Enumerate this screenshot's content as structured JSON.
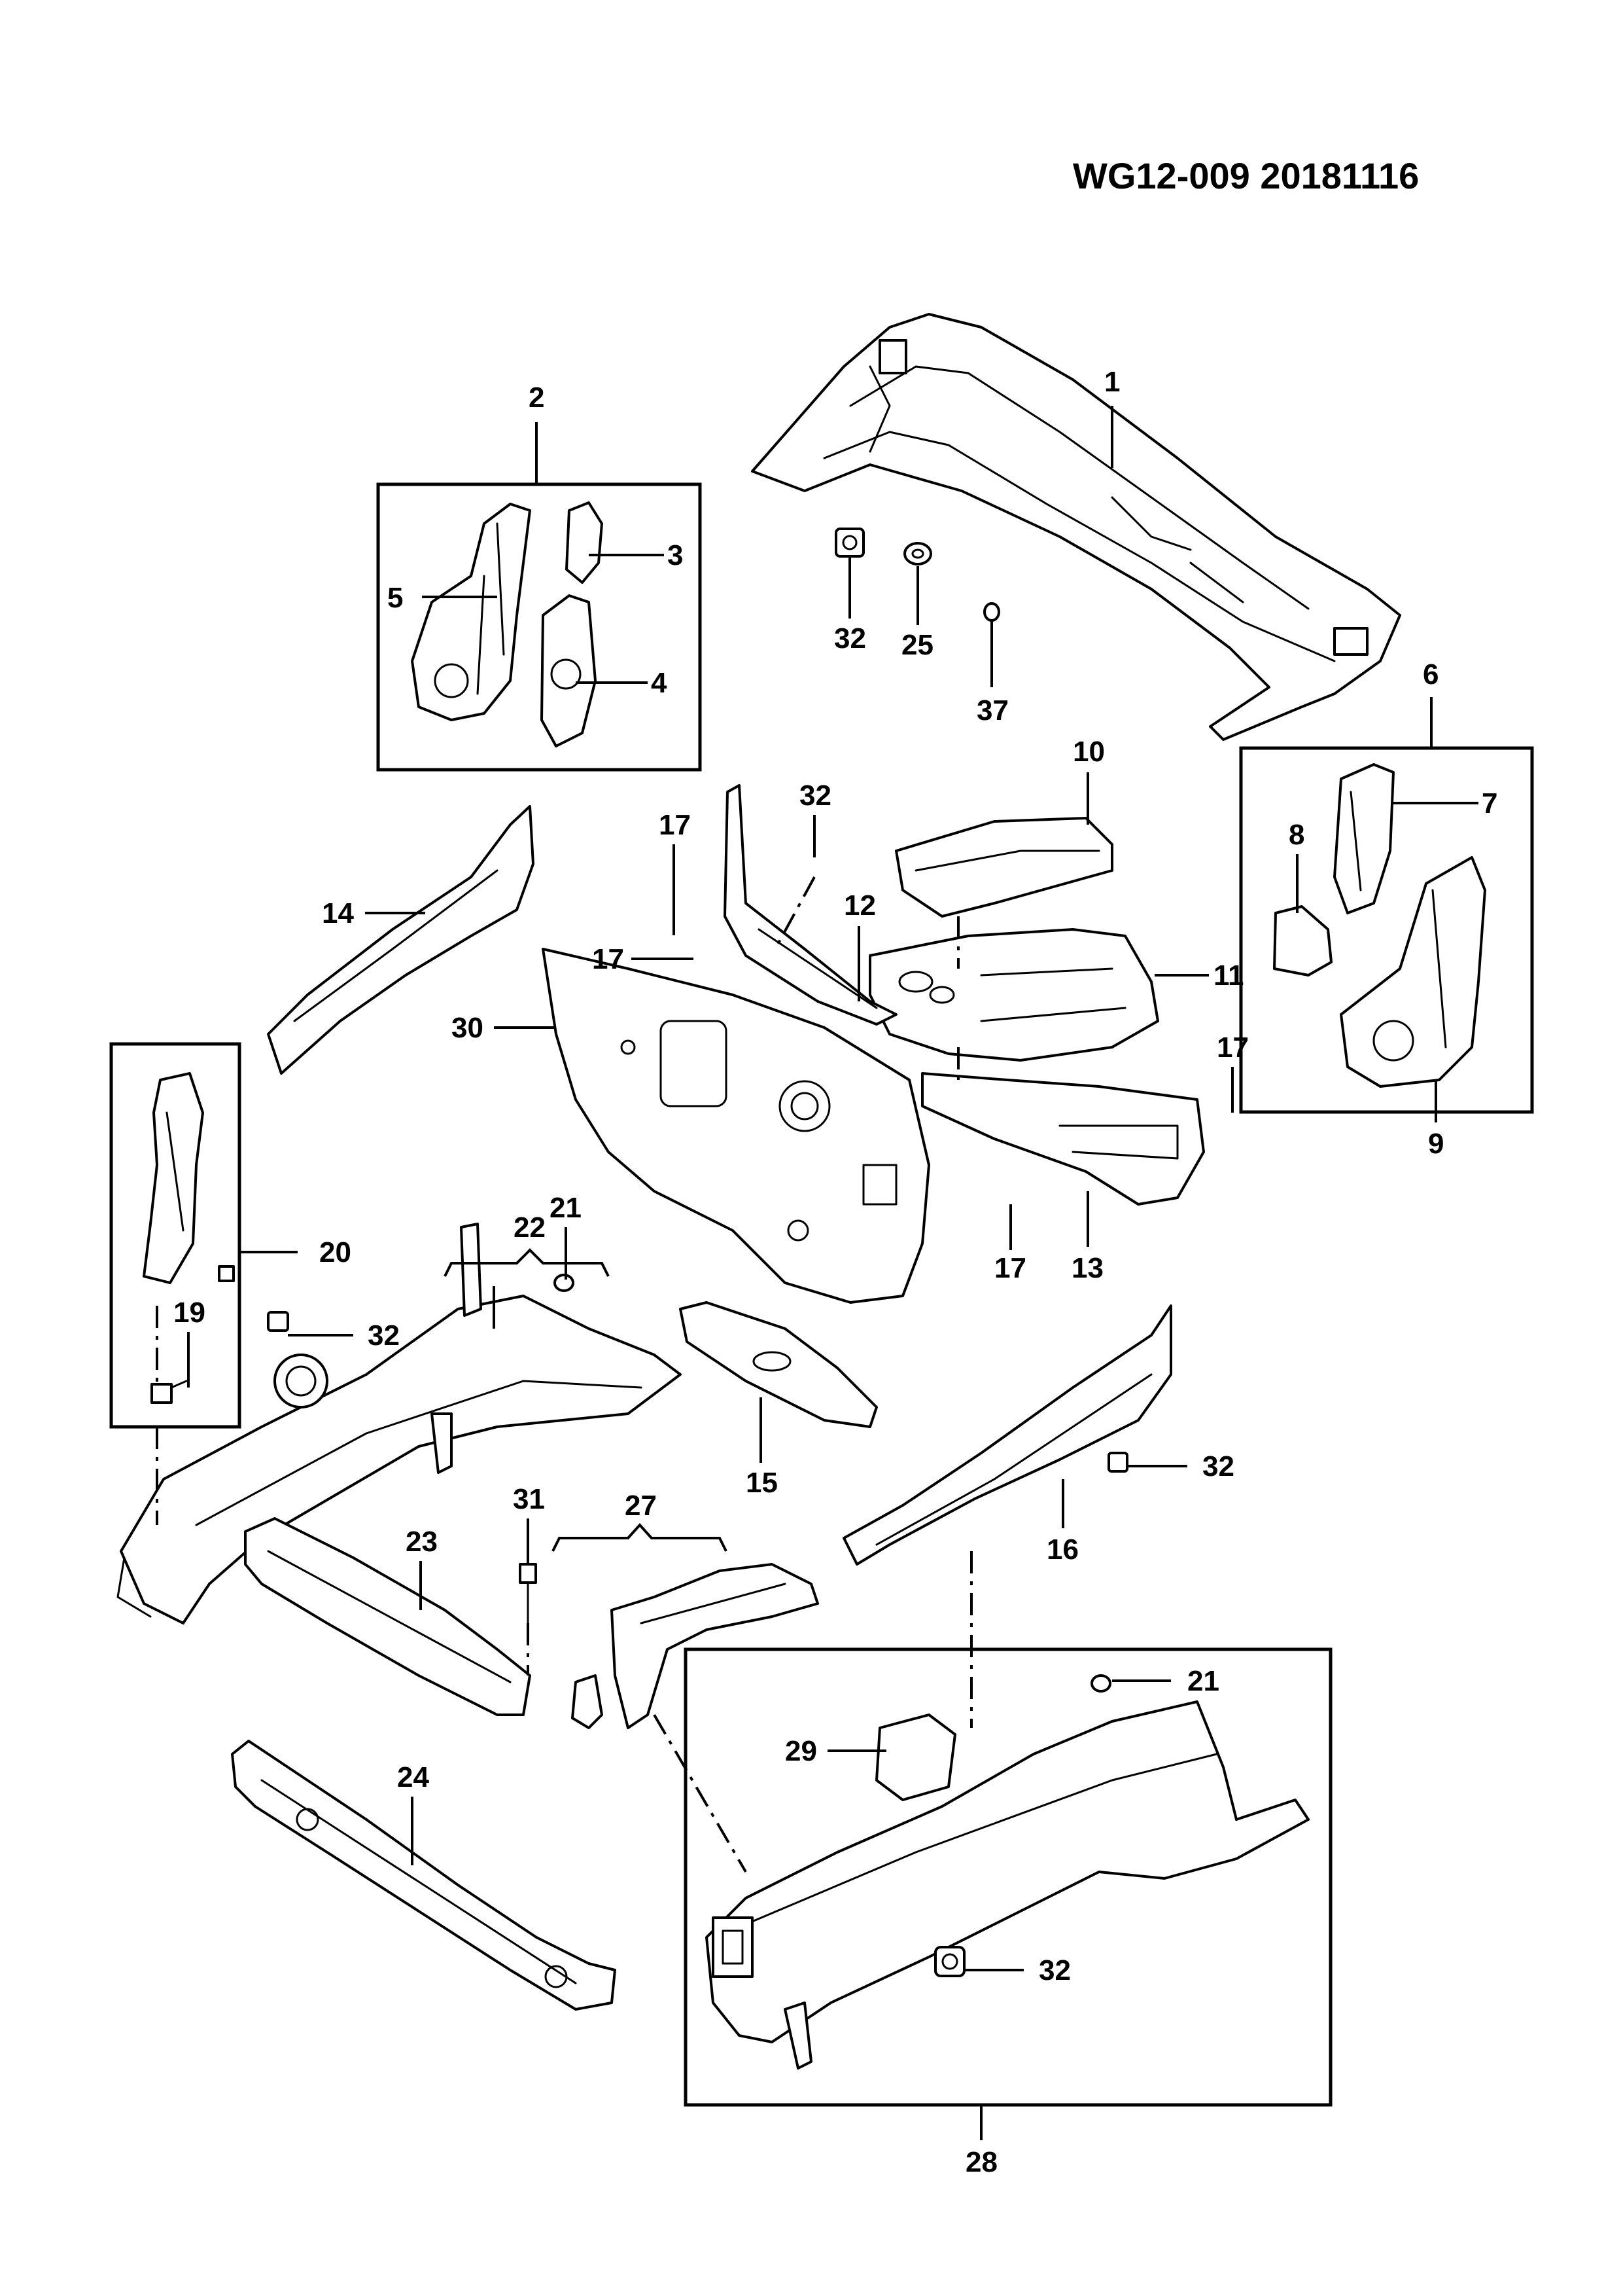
{
  "header": {
    "code": "WG12-009 20181116"
  },
  "callouts": {
    "c1": "1",
    "c2": "2",
    "c3": "3",
    "c4": "4",
    "c5": "5",
    "c6": "6",
    "c7": "7",
    "c8": "8",
    "c9": "9",
    "c10": "10",
    "c11": "11",
    "c12": "12",
    "c13": "13",
    "c14": "14",
    "c15": "15",
    "c16": "16",
    "c17a": "17",
    "c17b": "17",
    "c17c": "17",
    "c17d": "17",
    "c19": "19",
    "c20": "20",
    "c21a": "21",
    "c21b": "21",
    "c22": "22",
    "c23": "23",
    "c24": "24",
    "c25": "25",
    "c27": "27",
    "c28": "28",
    "c29": "29",
    "c30": "30",
    "c31": "31",
    "c32a": "32",
    "c32b": "32",
    "c32c": "32",
    "c32d": "32",
    "c32e": "32",
    "c37": "37"
  }
}
